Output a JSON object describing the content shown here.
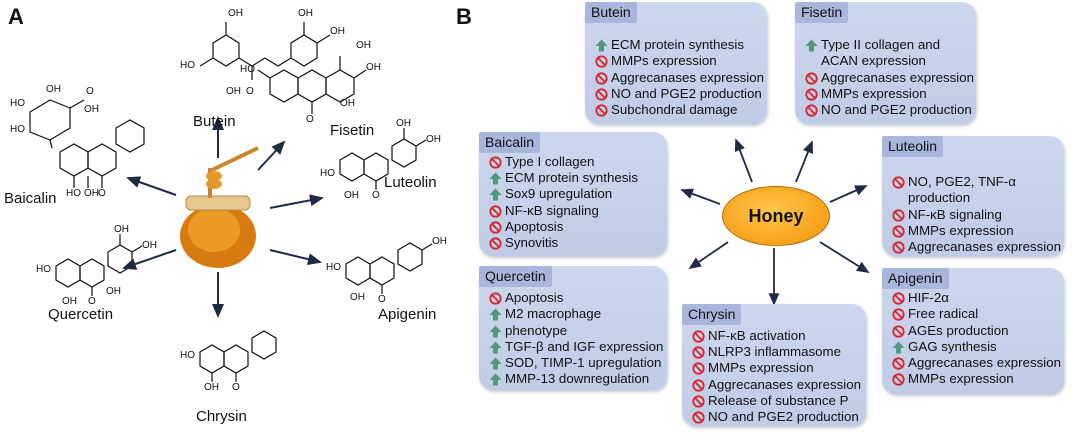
{
  "panel_a": {
    "label": "A",
    "compounds": {
      "butein": "Butein",
      "fisetin": "Fisetin",
      "baicalin": "Baicalin",
      "luteolin": "Luteolin",
      "quercetin": "Quercetin",
      "apigenin": "Apigenin",
      "chrysin": "Chrysin"
    },
    "atoms": {
      "oh": "OH",
      "ho": "HO",
      "o": "O",
      "cooh_o": "O",
      "cooh_oh": "OH"
    }
  },
  "panel_b": {
    "label": "B",
    "center": "Honey",
    "boxes": {
      "butein": {
        "title": "Butein",
        "items": [
          {
            "icon": "up",
            "text": "ECM protein synthesis"
          },
          {
            "icon": "no",
            "text": "MMPs expression"
          },
          {
            "icon": "no",
            "text": "Aggrecanases expression"
          },
          {
            "icon": "no",
            "text": "NO and PGE2 production"
          },
          {
            "icon": "no",
            "text": "Subchondral damage"
          }
        ]
      },
      "fisetin": {
        "title": "Fisetin",
        "items": [
          {
            "icon": "up",
            "text": "Type II collagen and"
          },
          {
            "icon": "none",
            "text": "ACAN expression"
          },
          {
            "icon": "no",
            "text": "Aggrecanases expression"
          },
          {
            "icon": "no",
            "text": "MMPs expression"
          },
          {
            "icon": "no",
            "text": "NO and PGE2 production"
          }
        ]
      },
      "baicalin": {
        "title": "Baicalin",
        "items": [
          {
            "icon": "no",
            "text": "Type I collagen"
          },
          {
            "icon": "up",
            "text": "ECM protein synthesis"
          },
          {
            "icon": "up",
            "text": "Sox9 upregulation"
          },
          {
            "icon": "no",
            "text": "NF-κB signaling"
          },
          {
            "icon": "no",
            "text": "Apoptosis"
          },
          {
            "icon": "no",
            "text": "Synovitis"
          }
        ]
      },
      "luteolin": {
        "title": "Luteolin",
        "items": [
          {
            "icon": "no",
            "text": "NO, PGE2, TNF-α"
          },
          {
            "icon": "none",
            "text": "production"
          },
          {
            "icon": "no",
            "text": "NF-κB signaling"
          },
          {
            "icon": "no",
            "text": "MMPs expression"
          },
          {
            "icon": "no",
            "text": "Aggrecanases expression"
          }
        ]
      },
      "quercetin": {
        "title": "Quercetin",
        "items": [
          {
            "icon": "no",
            "text": "Apoptosis"
          },
          {
            "icon": "up",
            "text": "M2 macrophage"
          },
          {
            "icon": "up",
            "text": "phenotype"
          },
          {
            "icon": "up",
            "text": "TGF-β and IGF expression"
          },
          {
            "icon": "up",
            "text": "SOD, TIMP-1 upregulation"
          },
          {
            "icon": "up",
            "text": "MMP-13 downregulation"
          }
        ]
      },
      "chrysin": {
        "title": "Chrysin",
        "items": [
          {
            "icon": "no",
            "text": "NF-κB activation"
          },
          {
            "icon": "no",
            "text": "NLRP3 inflammasome"
          },
          {
            "icon": "no",
            "text": "MMPs expression"
          },
          {
            "icon": "no",
            "text": "Aggrecanases expression"
          },
          {
            "icon": "no",
            "text": "Release of substance P"
          },
          {
            "icon": "no",
            "text": "NO and PGE2 production"
          }
        ]
      },
      "apigenin": {
        "title": "Apigenin",
        "items": [
          {
            "icon": "no",
            "text": "HIF-2α"
          },
          {
            "icon": "no",
            "text": "Free radical"
          },
          {
            "icon": "no",
            "text": "AGEs production"
          },
          {
            "icon": "up",
            "text": "GAG synthesis"
          },
          {
            "icon": "no",
            "text": "Aggrecanases expression"
          },
          {
            "icon": "no",
            "text": "MMPs expression"
          }
        ]
      }
    }
  },
  "colors": {
    "box_bg": "#c5cfea",
    "box_title_bg": "#a8b6db",
    "up_arrow": "#4f9a78",
    "inhibit": "#d8262c",
    "honey": "#f6a21b",
    "arrow": "#1f2a44"
  }
}
